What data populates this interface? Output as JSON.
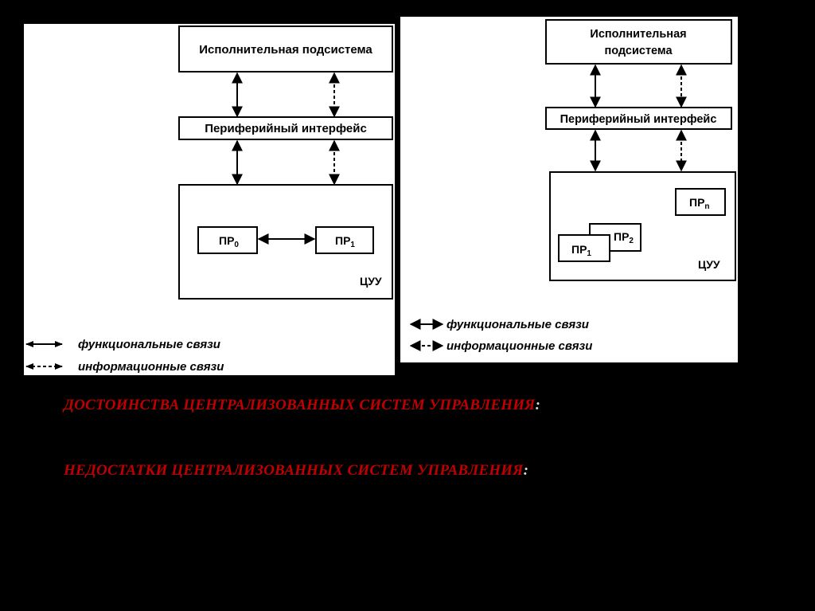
{
  "left_diagram": {
    "top_box": "Исполнительная подсистема",
    "middle_box": "Периферийный интерфейс",
    "node_a": {
      "base": "ПР",
      "sub": "0"
    },
    "node_b": {
      "base": "ПР",
      "sub": "1"
    },
    "cuu": "ЦУУ",
    "legend_functional": "функциональные связи",
    "legend_informational": "информационные связи"
  },
  "right_diagram": {
    "top_box_line1": "Исполнительная",
    "top_box_line2": "подсистема",
    "middle_box": "Периферийный интерфейс",
    "node_n": {
      "base": "ПР",
      "sub": "n"
    },
    "node_2": {
      "base": "ПР",
      "sub": "2"
    },
    "node_1": {
      "base": "ПР",
      "sub": "1"
    },
    "cuu": "ЦУУ",
    "legend_functional": "функциональные связи",
    "legend_informational": "информационные связи"
  },
  "headings": {
    "advantages": "ДОСТОИНСТВА ЦЕНТРАЛИЗОВАННЫХ СИСТЕМ УПРАВЛЕНИЯ",
    "disadvantages": "НЕДОСТАТКИ ЦЕНТРАЛИЗОВАННЫХ СИСТЕМ УПРАВЛЕНИЯ",
    "colon": ":"
  },
  "colors": {
    "background": "#000000",
    "panel": "#ffffff",
    "heading": "#c00000"
  }
}
